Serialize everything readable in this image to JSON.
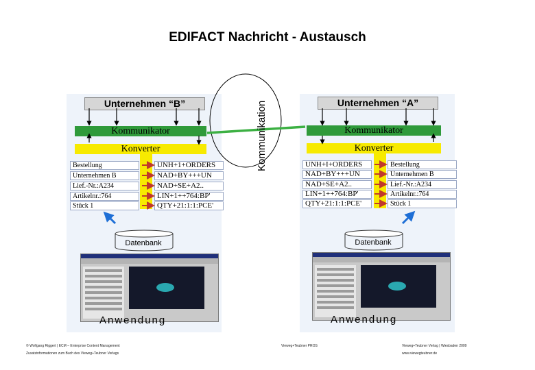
{
  "title": "EDIFACT Nachricht - Austausch",
  "left": {
    "header": "Unternehmen “B”",
    "kommunikator": "Kommunikator",
    "konverter": "Konverter",
    "fields": [
      "Bestellung",
      "Unternehmen B",
      "Lief.-Nr.:A234",
      "Artikelnr.:764",
      "Stück 1"
    ],
    "codes": [
      "UNH+1+ORDERS",
      "NAD+BY+++UN",
      "NAD+SE+A2..",
      "LIN+1++764:BP'",
      "QTY+21:1:1:PCE'"
    ],
    "datenbank": "Datenbank",
    "anwendung": "Anwendung"
  },
  "right": {
    "header": "Unternehmen “A”",
    "kommunikator": "Kommunikator",
    "konverter": "Konverter",
    "codes": [
      "UNH+I+ORDERS",
      "NAD+BY+++UN",
      "NAD+SE+A2..",
      "LIN+1++764:BP'",
      "QTY+21:1:1:PCE'"
    ],
    "fields": [
      "Bestellung",
      "Unternehmen B",
      "Lief.-Nr.:A234",
      "Artikelnr.:764",
      "Stück 1"
    ],
    "datenbank": "Datenbank",
    "anwendung": "Anwendung"
  },
  "kommunikation_label": "Kommunikation",
  "footer": {
    "left_line1": "© Wolfgang Riggert | ECM – Enterprise Content Management",
    "left_line2": "Zusatzinformationen zum Buch des Vieweg+Teubner Verlags",
    "center": "Vieweg+Teubner PROS",
    "right_line1": "Vieweg+Teubner Verlag | Wiesbaden 2009",
    "right_line2": "www.viewegteubner.de"
  },
  "colors": {
    "kommunikator": "#2f9a3a",
    "konverter": "#f7ea00",
    "arrow_red": "#c0392b",
    "arrow_blue": "#1e6fd6",
    "link_green": "#3cb043"
  }
}
